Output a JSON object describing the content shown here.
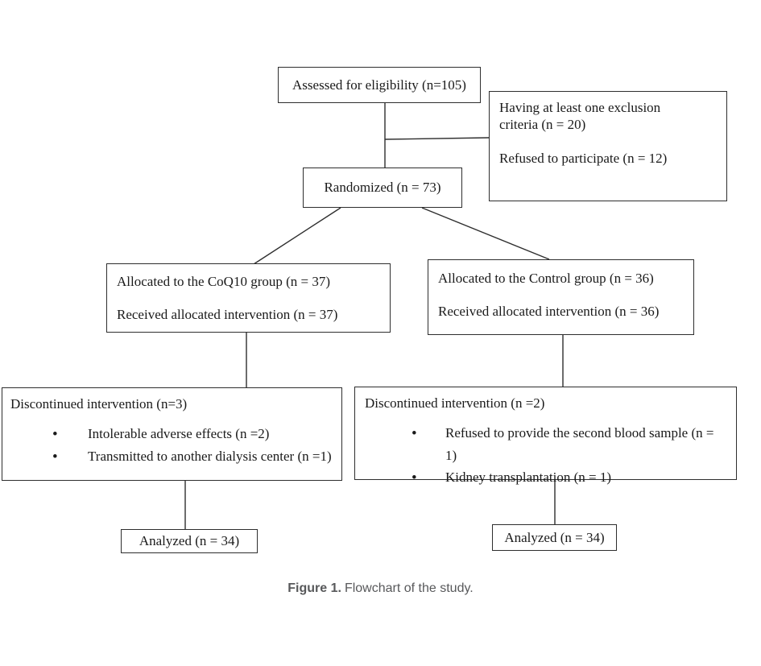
{
  "flowchart": {
    "assessed": {
      "text": "Assessed for eligibility (n=105)"
    },
    "exclusion": {
      "line1": "Having at least one exclusion",
      "line2": "criteria (n = 20)",
      "line3": "Refused to participate (n = 12)"
    },
    "randomized": {
      "text": "Randomized (n = 73)"
    },
    "alloc_coq10": {
      "line1": "Allocated to the CoQ10 group (n = 37)",
      "line2": "Received allocated intervention (n = 37)"
    },
    "alloc_control": {
      "line1": "Allocated to the Control group (n = 36)",
      "line2": "Received allocated intervention (n = 36)"
    },
    "discontinued_coq10": {
      "header": "Discontinued intervention (n=3)",
      "bullets": [
        "Intolerable adverse effects (n =2)",
        "Transmitted to another dialysis center (n =1)"
      ]
    },
    "discontinued_control": {
      "header": "Discontinued intervention (n =2)",
      "bullets": [
        "Refused to provide the second blood sample (n = 1)",
        "Kidney transplantation (n = 1)"
      ]
    },
    "analyzed_coq10": {
      "text": "Analyzed (n = 34)"
    },
    "analyzed_control": {
      "text": "Analyzed (n = 34)"
    }
  },
  "caption": {
    "label": "Figure 1.",
    "text": "Flowchart of the study."
  },
  "colors": {
    "border": "#2e2e2e",
    "text": "#1a1a1a",
    "caption": "#58595b",
    "background": "#ffffff"
  }
}
